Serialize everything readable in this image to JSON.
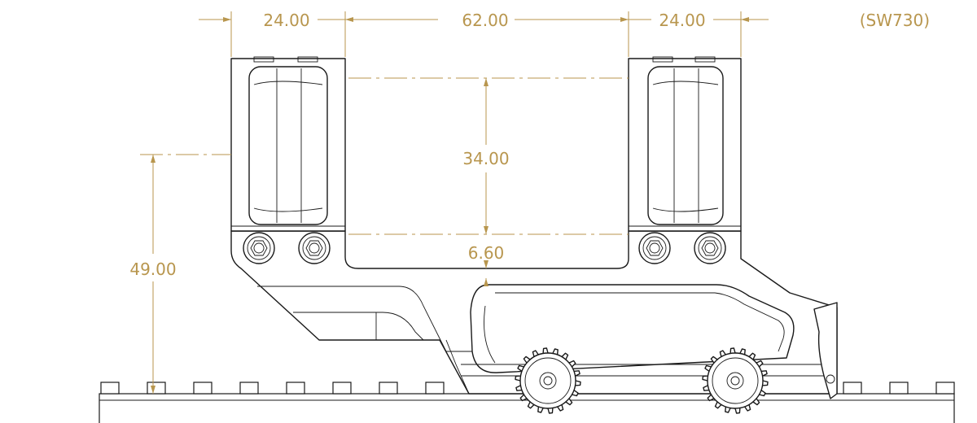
{
  "model_label": "(SW730)",
  "dimensions": {
    "ring_width_left": "24.00",
    "ring_spacing": "62.00",
    "ring_width_right": "24.00",
    "ring_inner_diameter": "34.00",
    "ring_base_thickness": "6.60",
    "center_height": "49.00"
  },
  "colors": {
    "dimension": "#b8964e",
    "outline": "#1a1a1a",
    "background": "#ffffff"
  }
}
